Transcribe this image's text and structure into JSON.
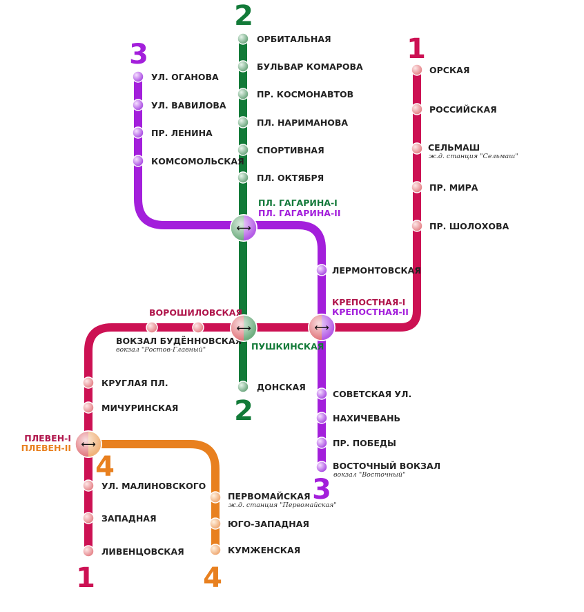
{
  "lines": {
    "1": {
      "number": "1",
      "color": "#cc1153"
    },
    "2": {
      "number": "2",
      "color": "#127a38"
    },
    "3": {
      "number": "3",
      "color": "#a31fdb"
    },
    "4": {
      "number": "4",
      "color": "#e8801f"
    }
  },
  "stations": {
    "orbitalnaya": "ОРБИТАЛЬНАЯ",
    "bulvar_komarova": "БУЛЬВАР КОМАРОВА",
    "pr_kosmonavtov": "ПР. КОСМОНАВТОВ",
    "pl_narimanova": "ПЛ. НАРИМАНОВА",
    "sportivnaya": "СПОРТИВНАЯ",
    "pl_oktyabrya": "ПЛ. ОКТЯБРЯ",
    "donskaya": "ДОНСКАЯ",
    "ul_oganova": "УЛ. ОГАНОВА",
    "ul_vavilova": "УЛ. ВАВИЛОВА",
    "pr_lenina": "ПР. ЛЕНИНА",
    "komsomolskaya": "КОМСОМОЛЬСКАЯ",
    "lermontovskaya": "ЛЕРМОНТОВСКАЯ",
    "sovetskaya": "СОВЕТСКАЯ УЛ.",
    "nakhichevan": "НАХИЧЕВАНЬ",
    "pr_pobedy": "ПР. ПОБЕДЫ",
    "vostochny": "ВОСТОЧНЫЙ ВОКЗАЛ",
    "vostochny_sub": "вокзал \"Восточный\"",
    "orskaya": "ОРСКАЯ",
    "rossiyskaya": "РОССИЙСКАЯ",
    "selmash": "СЕЛЬМАШ",
    "selmash_sub": "ж.д. станция \"Сельмаш\"",
    "pr_mira": "ПР. МИРА",
    "pr_sholokhova": "ПР. ШОЛОХОВА",
    "voroshilovskaya": "ВОРОШИЛОВСКАЯ",
    "vokzal_budennovskaya": "ВОКЗАЛ БУДЁННОВСКАЯ",
    "vokzal_sub": "вокзал \"Ростов-Главный\"",
    "kruglaya": "КРУГЛАЯ ПЛ.",
    "michurinskaya": "МИЧУРИНСКАЯ",
    "ul_malinovskogo": "УЛ. МАЛИНОВСКОГО",
    "zapadnaya": "ЗАПАДНАЯ",
    "liventsovskaya": "ЛИВЕНЦОВСКАЯ",
    "pervomayskaya": "ПЕРВОМАЙСКАЯ",
    "pervomayskaya_sub": "ж.д. станция \"Первомайская\"",
    "yugo_zapadnaya": "ЮГО-ЗАПАДНАЯ",
    "kumzhenskaya": "КУМЖЕНСКАЯ"
  },
  "transfers": {
    "gagarina_1": "ПЛ. ГАГАРИНА-I",
    "gagarina_2": "ПЛ. ГАГАРИНА-II",
    "krepostnaya_1": "КРЕПОСТНАЯ-I",
    "krepostnaya_2": "КРЕПОСТНАЯ-II",
    "pushkinskaya": "ПУШКИНСКАЯ",
    "pleven_1": "ПЛЕВЕН-I",
    "pleven_2": "ПЛЕВЕН-II",
    "arrow": "⟷"
  }
}
